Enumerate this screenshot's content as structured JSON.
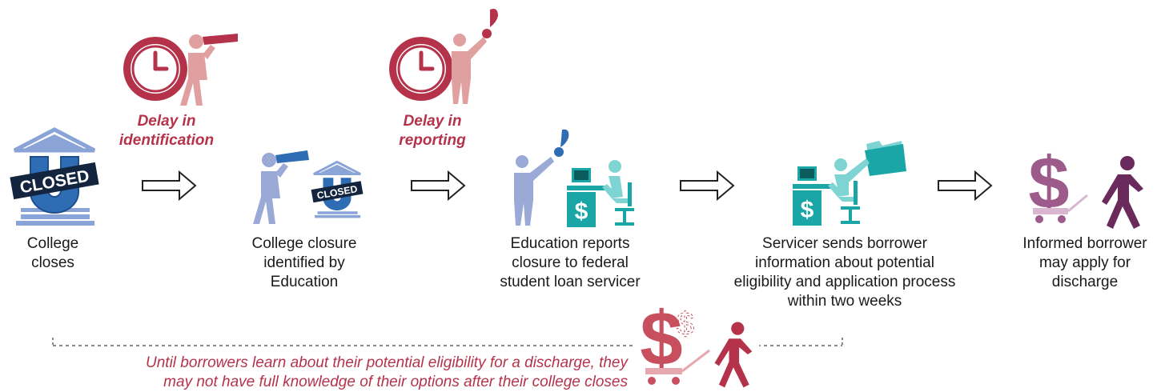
{
  "steps": [
    {
      "label": "College\ncloses"
    },
    {
      "label": "College closure\nidentified by\nEducation"
    },
    {
      "label": "Education reports\nclosure to federal\nstudent loan servicer"
    },
    {
      "label": "Servicer sends borrower\ninformation about potential\neligibility and application process\nwithin two weeks"
    },
    {
      "label": "Informed borrower\nmay apply for\ndischarge"
    }
  ],
  "delays": [
    {
      "label": "Delay in\nidentification"
    },
    {
      "label": "Delay in\nreporting"
    }
  ],
  "note": "Until borrowers learn about their potential eligibility for a discharge, they\nmay not have full knowledge of their options after their college closes",
  "badge_text": "CLOSED",
  "building_letter": "U",
  "colors": {
    "blue": "#2e6db3",
    "light_blue": "#9aa9d6",
    "teal": "#1aa6a6",
    "red": "#b5334a",
    "pink": "#e0a0a0",
    "purple": "#6b2a5c",
    "mauve": "#9c5b8a"
  },
  "icons": [
    "college-closed-icon",
    "clock-icon",
    "telescope-person-icon",
    "announcing-person-icon",
    "servicer-desk-icon",
    "folder-icon",
    "dollar-cart-icon",
    "pulling-person-icon",
    "arrow-right-icon"
  ]
}
